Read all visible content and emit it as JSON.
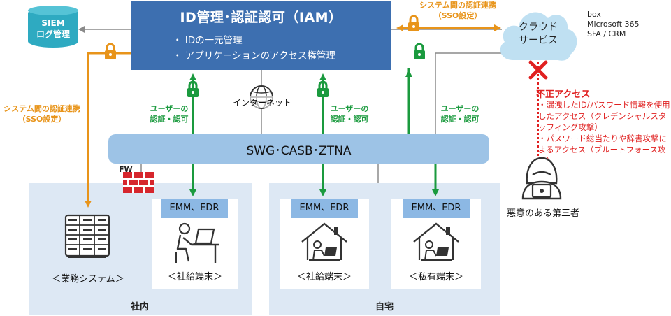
{
  "iam": {
    "title": "ID管理･認証認可（IAM）",
    "bullets": [
      "・ IDの一元管理",
      "・ アプリケーションのアクセス権管理"
    ]
  },
  "siem": {
    "line1": "SIEM",
    "line2": "ログ管理"
  },
  "cloud": {
    "line1": "クラウド",
    "line2": "サービス",
    "services": [
      "box",
      "Microsoft 365",
      "SFA / CRM"
    ]
  },
  "sso_top": {
    "line1": "システム間の認証連携",
    "line2": "（SSO設定）"
  },
  "sso_left": {
    "line1": "システム間の認証連携",
    "line2": "（SSO設定）"
  },
  "internet": "インターネット",
  "user_auth": [
    {
      "line1": "ユーザーの",
      "line2": "認証・認可"
    },
    {
      "line1": "ユーザーの",
      "line2": "認証・認可"
    },
    {
      "line1": "ユーザーの",
      "line2": "認証・認可"
    }
  ],
  "gateway": "SWG･CASB･ZTNA",
  "firewall": "FW",
  "emm_edr": [
    "EMM、EDR",
    "EMM、EDR",
    "EMM、EDR"
  ],
  "devices": {
    "business_system": "＜業務システム＞",
    "office_terminal": "＜社給端末＞",
    "home_company_terminal": "＜社給端末＞",
    "home_private_terminal": "＜私有端末＞"
  },
  "zones": {
    "office": "社内",
    "home": "自宅"
  },
  "attack": {
    "title": "不正アクセス",
    "items": [
      "・漏洩したID/パスワード情報を使用したアクセス（クレデンシャルスタッフィング攻撃）",
      "・パスワード総当たりや辞書攻撃によるアクセス（ブルートフォース攻撃）"
    ],
    "actor": "悪意のある第三者"
  },
  "colors": {
    "iam": "#3d6fb0",
    "green": "#1a9a3e",
    "orange": "#e8941a",
    "red": "#e02020",
    "zone": "#dde8f4",
    "gateway": "#9dc3e6",
    "emm": "#8cb8e4",
    "siem": "#2eaac1"
  }
}
